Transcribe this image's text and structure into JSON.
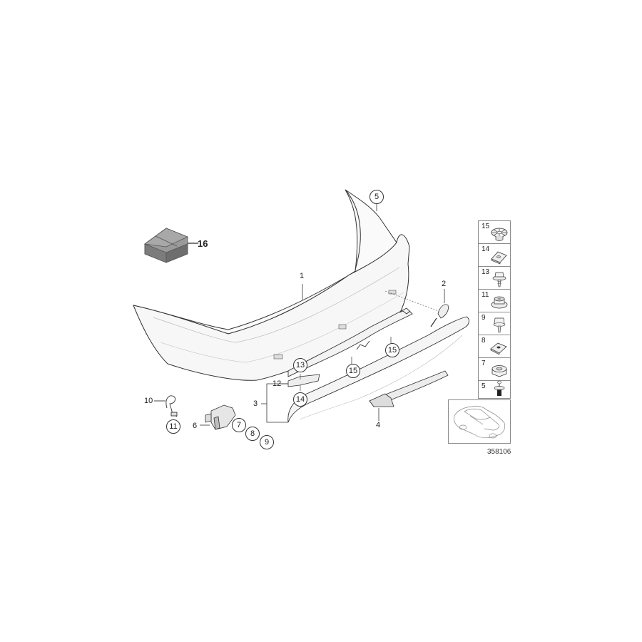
{
  "diagram": {
    "type": "parts-exploded-view",
    "subject": "Rear bumper assembly",
    "document_number": "358106",
    "background": "#ffffff",
    "line_color": "#333333",
    "part_fill": "#f2f2f2",
    "kit_fill": "#8c8c8c"
  },
  "callouts": {
    "p1": "1",
    "p2": "2",
    "p3": "3",
    "p4": "4",
    "p5": "5",
    "p6": "6",
    "p7": "7",
    "p8": "8",
    "p9": "9",
    "p10": "10",
    "p11": "11",
    "p12": "12",
    "p13": "13",
    "p14": "14",
    "p15a": "15",
    "p15b": "15",
    "p16": "16"
  },
  "legend": {
    "items": [
      {
        "number": "15",
        "icon": "expanding-rivet-icon"
      },
      {
        "number": "14",
        "icon": "clip-nut-icon"
      },
      {
        "number": "13",
        "icon": "collar-screw-icon"
      },
      {
        "number": "11",
        "icon": "collar-nut-icon"
      },
      {
        "number": "9",
        "icon": "hex-screw-icon"
      },
      {
        "number": "8",
        "icon": "spring-nut-icon"
      },
      {
        "number": "7",
        "icon": "hex-nut-icon"
      },
      {
        "number": "5",
        "icon": "push-rivet-icon"
      }
    ]
  },
  "thumbnail": {
    "icon": "car-sedan-icon"
  }
}
